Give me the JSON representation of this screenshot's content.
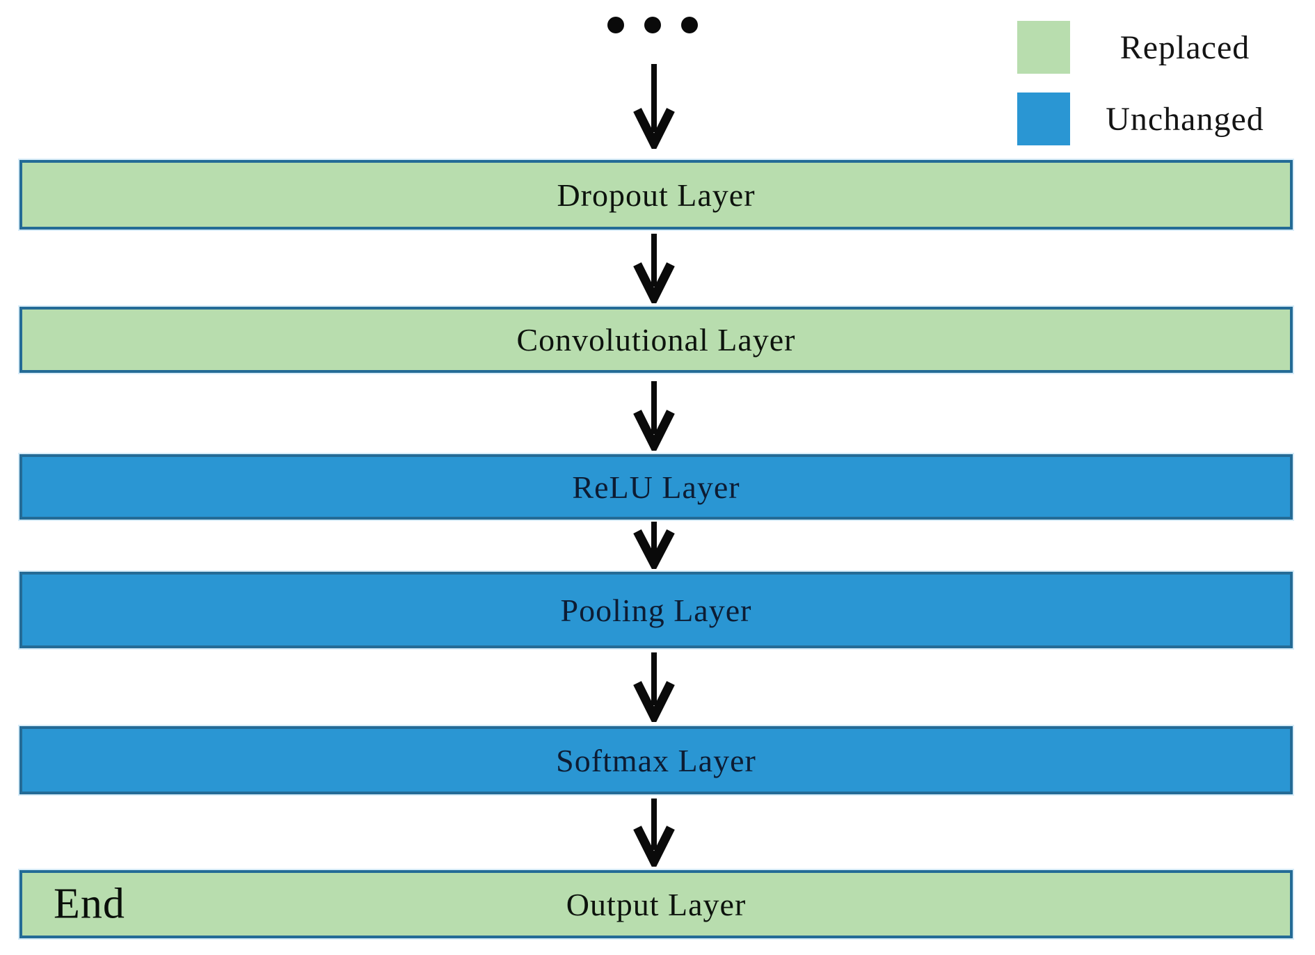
{
  "colors": {
    "replaced_fill": "#b8ddae",
    "unchanged_fill": "#2a96d3",
    "box_border": "#246b96",
    "arrow": "#0a0a0a"
  },
  "icons": {
    "continuation": "ellipsis-dots",
    "flow": "arrow-down"
  },
  "legend": {
    "items": [
      {
        "label": "Replaced",
        "color": "#b8ddae"
      },
      {
        "label": "Unchanged",
        "color": "#2a96d3"
      }
    ]
  },
  "flow": {
    "nodes": [
      {
        "label": "Dropout Layer",
        "status": "replaced"
      },
      {
        "label": "Convolutional Layer",
        "status": "replaced"
      },
      {
        "label": "ReLU Layer",
        "status": "unchanged"
      },
      {
        "label": "Pooling Layer",
        "status": "unchanged"
      },
      {
        "label": "Softmax Layer",
        "status": "unchanged"
      },
      {
        "label": "Output Layer",
        "status": "replaced",
        "annotation": "End"
      }
    ]
  }
}
